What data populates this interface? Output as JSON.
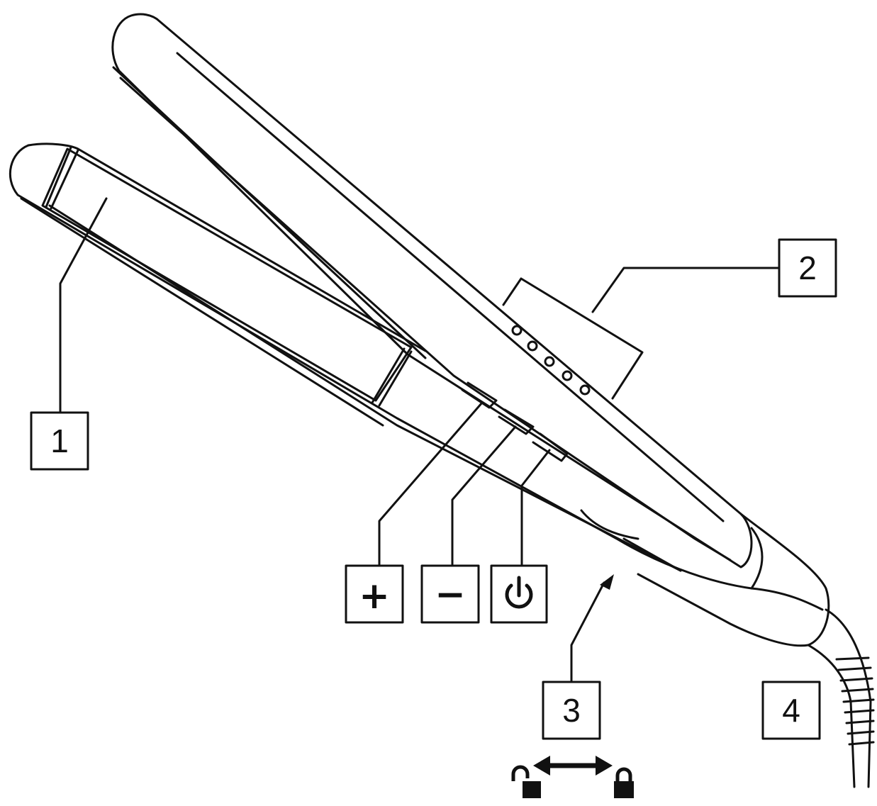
{
  "callouts": {
    "part1": "1",
    "part2": "2",
    "part3": "3",
    "part4": "4",
    "plus": "+",
    "minus": "−"
  },
  "icons": {
    "power": "power-icon",
    "lock_open": "unlocked-padlock-icon",
    "lock_closed": "locked-padlock-icon",
    "double_arrow": "double-arrow-icon"
  },
  "colors": {
    "ink": "#111111",
    "paper": "#ffffff"
  }
}
